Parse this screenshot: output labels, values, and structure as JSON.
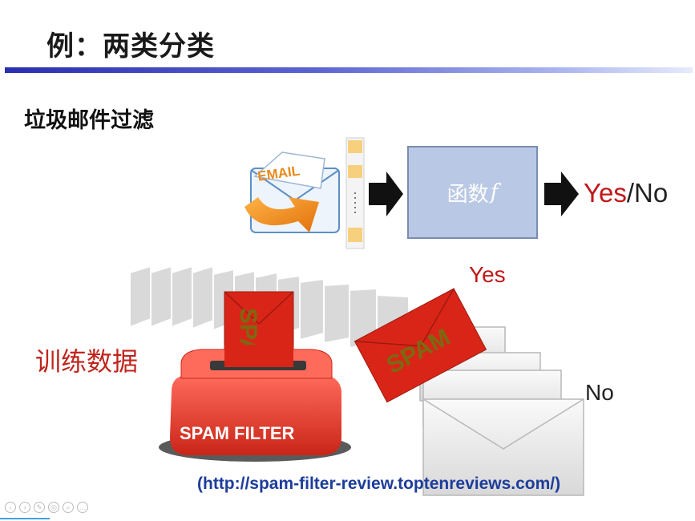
{
  "slide": {
    "title": "例：两类分类",
    "subtitle": "垃圾邮件过滤",
    "function_label": "函数",
    "function_symbol": "f",
    "output_yes": "Yes",
    "output_slash": "/",
    "output_no": "No",
    "email_icon_text": "EMAIL",
    "training_data_label": "训练数据",
    "envelope_label_spam": "SPAM",
    "filter_box_label": "SPAM FILTER",
    "branch_yes": "Yes",
    "branch_no": "No",
    "source_url": "(http://spam-filter-review.toptenreviews.com/)"
  },
  "colors": {
    "title_bar_start": "#2a2fb0",
    "red": "#c01818",
    "func_box": "#b9c8e4",
    "url": "#1d3d9b"
  },
  "controls": {
    "icons": [
      "prev-icon",
      "play-icon",
      "pen-icon",
      "zoom-icon",
      "search-icon",
      "more-icon"
    ],
    "glyphs": [
      "‹",
      "›",
      "✎",
      "◎",
      "⌕",
      "…"
    ]
  }
}
